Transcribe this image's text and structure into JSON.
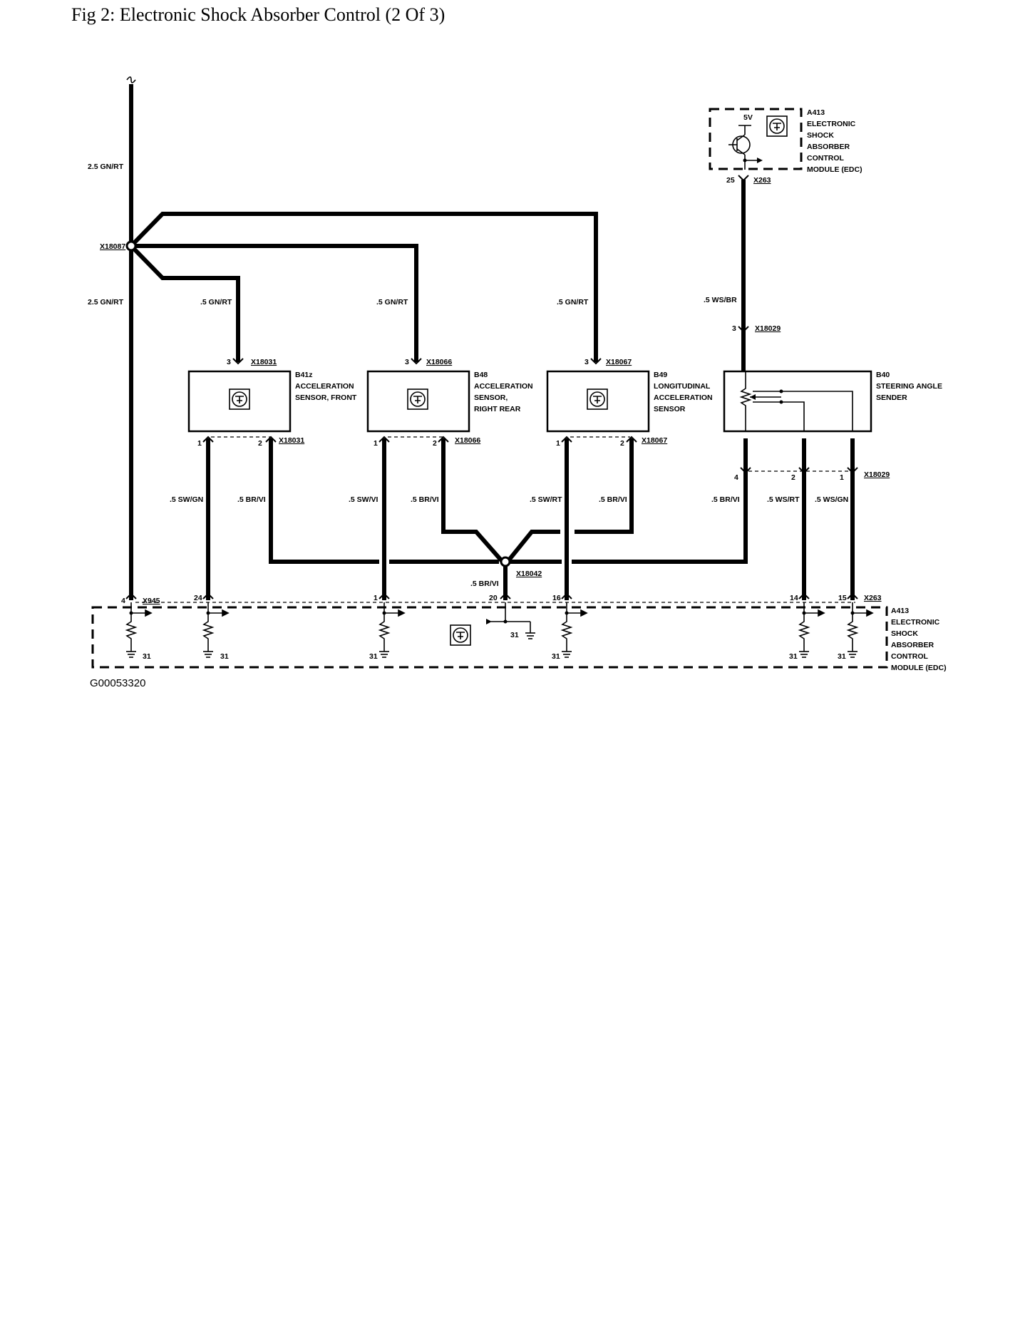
{
  "page": {
    "title": "Fig 2: Electronic Shock Absorber Control (2 Of 3)",
    "figure_id": "G00053320"
  },
  "module_top": {
    "lines": [
      "A413",
      "ELECTRONIC",
      "SHOCK",
      "ABSORBER",
      "CONTROL",
      "MODULE (EDC)"
    ],
    "supply": "5V",
    "pin": "25",
    "connector": "X263"
  },
  "module_bottom": {
    "lines": [
      "A413",
      "ELECTRONIC",
      "SHOCK",
      "ABSORBER",
      "CONTROL",
      "MODULE (EDC)"
    ],
    "connector_left": "X945",
    "connector_right": "X263",
    "pins": [
      "4",
      "24",
      "1",
      "20",
      "16",
      "14",
      "15"
    ],
    "ground": "31"
  },
  "splice_main": "X18087",
  "splice_ground": "X18042",
  "wires": {
    "main_upper": "2.5 GN/RT",
    "main_lower": "2.5 GN/RT",
    "feed": ".5 GN/RT",
    "ws_br": ".5 WS/BR",
    "sw_gn": ".5 SW/GN",
    "sw_vi": ".5 SW/VI",
    "sw_rt": ".5 SW/RT",
    "br_vi": ".5 BR/VI",
    "ws_rt": ".5 WS/RT",
    "ws_gn": ".5 WS/GN"
  },
  "components": [
    {
      "id": "B41z",
      "lines": [
        "B41z",
        "ACCELERATION",
        "SENSOR, FRONT"
      ],
      "connector": "X18031",
      "pin_top": "3",
      "pin_a": "1",
      "pin_b": "2"
    },
    {
      "id": "B48",
      "lines": [
        "B48",
        "ACCELERATION",
        "SENSOR,",
        "RIGHT REAR"
      ],
      "connector": "X18066",
      "pin_top": "3",
      "pin_a": "1",
      "pin_b": "2"
    },
    {
      "id": "B49",
      "lines": [
        "B49",
        "LONGITUDINAL",
        "ACCELERATION",
        "SENSOR"
      ],
      "connector": "X18067",
      "pin_top": "3",
      "pin_a": "1",
      "pin_b": "2"
    },
    {
      "id": "B40",
      "lines": [
        "B40",
        "STEERING ANGLE",
        "SENDER"
      ],
      "connector": "X18029",
      "pin_top": "3",
      "pin_a": "4",
      "pin_b": "2",
      "pin_c": "1"
    }
  ]
}
